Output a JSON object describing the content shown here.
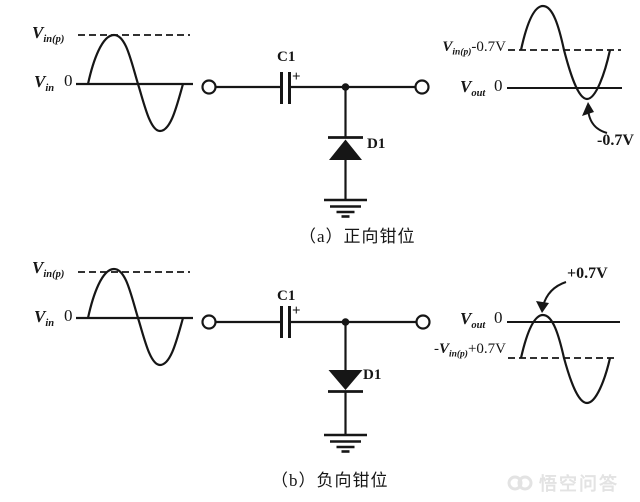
{
  "colors": {
    "ink": "#161616",
    "background": "#ffffff",
    "watermark": "#e3e3e3"
  },
  "section_a": {
    "caption": "（a）正向钳位",
    "input_wave": {
      "peak_base": "V",
      "peak_sub": "in(p)",
      "axis_base": "V",
      "axis_sub": "in",
      "zero_label": "0"
    },
    "circuit": {
      "capacitor_label": "C1",
      "polarity_mark": "+",
      "diode_label": "D1"
    },
    "output_wave": {
      "dc_base": "V",
      "dc_sub": "in(p)",
      "dc_offset": "-0.7V",
      "axis_base": "V",
      "axis_sub": "out",
      "zero_label": "0",
      "clamp_level": "-0.7V"
    }
  },
  "section_b": {
    "caption": "（b）负向钳位",
    "input_wave": {
      "peak_base": "V",
      "peak_sub": "in(p)",
      "axis_base": "V",
      "axis_sub": "in",
      "zero_label": "0"
    },
    "circuit": {
      "capacitor_label": "C1",
      "polarity_mark": "+",
      "diode_label": "D1"
    },
    "output_wave": {
      "dc_prefix": "-",
      "dc_base": "V",
      "dc_sub": "in(p)",
      "dc_offset": "+0.7V",
      "axis_base": "V",
      "axis_sub": "out",
      "zero_label": "0",
      "clamp_level": "+0.7V"
    }
  },
  "watermark": {
    "text": "悟空问答"
  }
}
